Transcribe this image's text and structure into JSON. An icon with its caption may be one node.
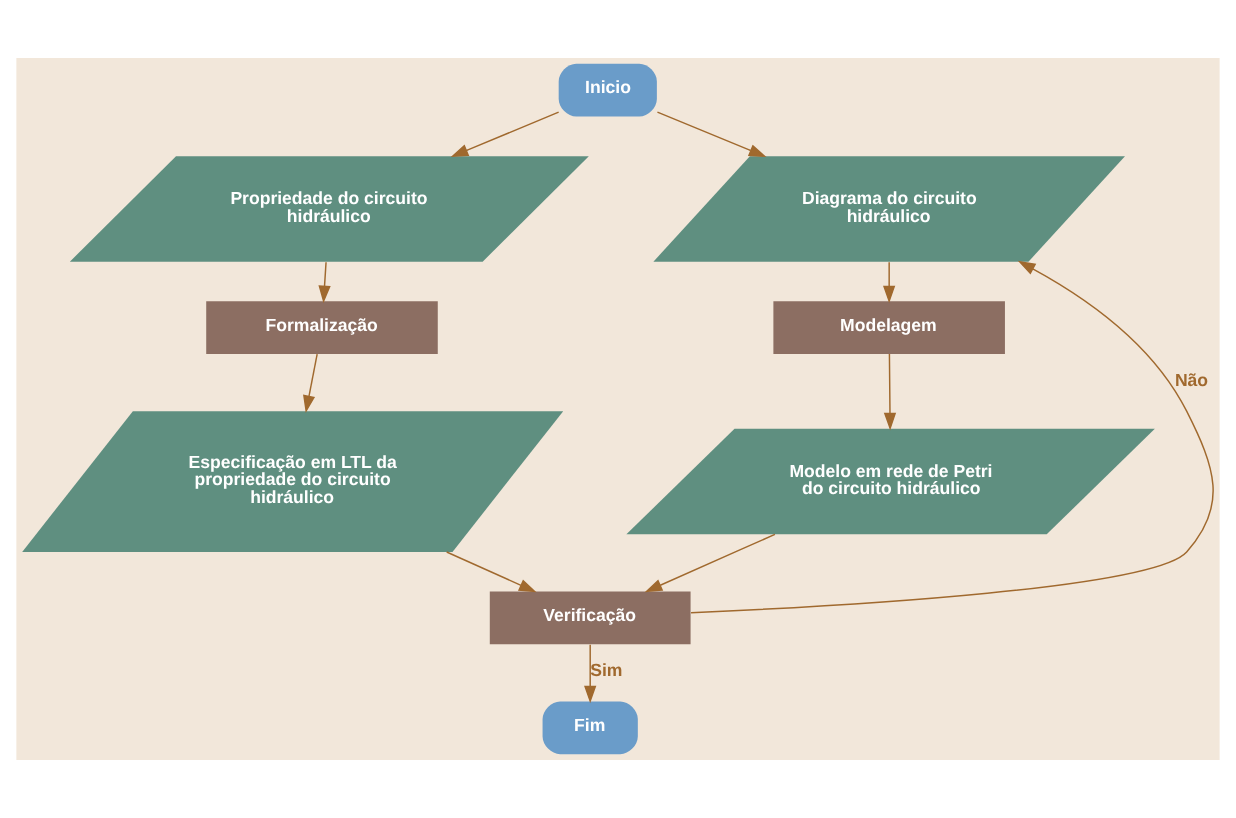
{
  "diagram": {
    "nodes": [
      {
        "text": [
          "Inicio"
        ]
      },
      {
        "text": [
          "Propriedade do circuito hidráulico"
        ]
      },
      {
        "text": [
          "Diagrama do circuito hidráulico"
        ]
      },
      {
        "text": [
          "Formalização"
        ]
      },
      {
        "text": [
          "Modelagem"
        ]
      },
      {
        "text": [
          "Especificação em LTL da propriedade do circuito hidráulico"
        ]
      },
      {
        "text": [
          "Modelo em rede de Petri do circuito hidráulico"
        ]
      },
      {
        "text": [
          "Verificação"
        ]
      },
      {
        "text": [
          "Fim"
        ]
      }
    ],
    "edges": [
      {
        "from": 0,
        "to": 1,
        "arrow": "to"
      },
      {
        "from": 0,
        "to": 2,
        "arrow": "to"
      },
      {
        "from": 1,
        "to": 3,
        "arrow": "to"
      },
      {
        "from": 3,
        "to": 5,
        "arrow": "to"
      },
      {
        "from": 2,
        "to": 4,
        "arrow": "to"
      },
      {
        "from": 4,
        "to": 6,
        "arrow": "to"
      },
      {
        "from": 5,
        "to": 7,
        "arrow": "to"
      },
      {
        "from": 6,
        "to": 7,
        "arrow": "to"
      },
      {
        "from": 7,
        "to": 2,
        "arrow": "to",
        "label": "Não"
      },
      {
        "from": 7,
        "to": 8,
        "arrow": "to",
        "label": "Sim"
      }
    ]
  }
}
